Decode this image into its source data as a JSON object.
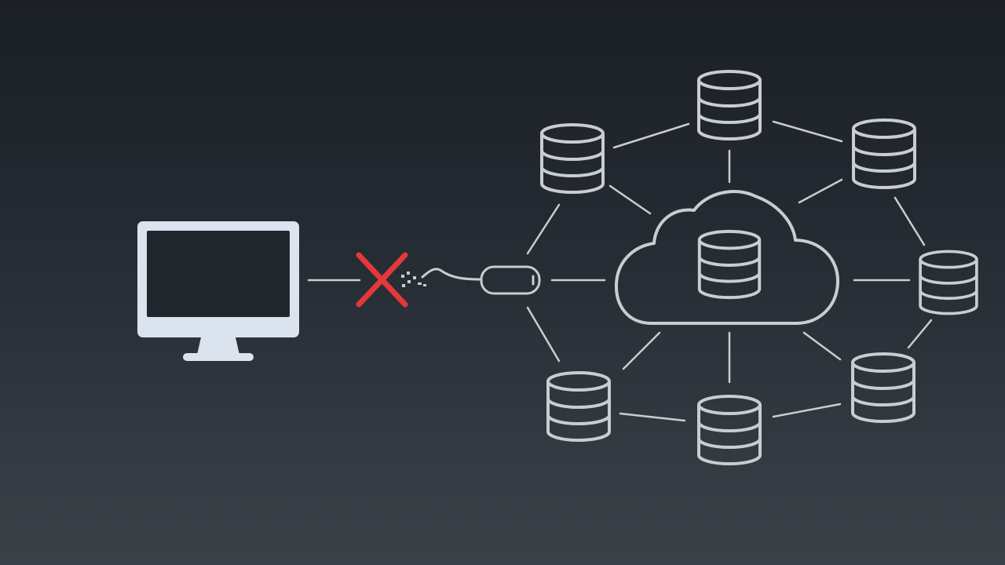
{
  "diagram": {
    "kind": "network-disconnection-illustration",
    "colors": {
      "background_top": "#1b1f26",
      "background_bottom": "#3a4249",
      "line": "#c9cdd2",
      "monitor": "#dbe3ee",
      "disconnect_mark": "#e5383b"
    },
    "nodes": [
      {
        "id": "computer",
        "icon": "monitor-icon"
      },
      {
        "id": "disconnect",
        "icon": "red-x-icon"
      },
      {
        "id": "cable-plug",
        "icon": "unplugged-cable-icon"
      },
      {
        "id": "cloud",
        "icon": "cloud-database-icon"
      },
      {
        "id": "db-top",
        "icon": "database-icon"
      },
      {
        "id": "db-top-left",
        "icon": "database-icon"
      },
      {
        "id": "db-top-right",
        "icon": "database-icon"
      },
      {
        "id": "db-right",
        "icon": "database-icon"
      },
      {
        "id": "db-bottom-right",
        "icon": "database-icon"
      },
      {
        "id": "db-bottom",
        "icon": "database-icon"
      },
      {
        "id": "db-bottom-left",
        "icon": "database-icon"
      }
    ],
    "edges": [
      [
        "computer",
        "disconnect"
      ],
      [
        "cable-plug",
        "cloud"
      ],
      [
        "cable-plug",
        "db-top-left"
      ],
      [
        "cable-plug",
        "db-bottom-left"
      ],
      [
        "cloud",
        "db-top"
      ],
      [
        "cloud",
        "db-top-left"
      ],
      [
        "cloud",
        "db-top-right"
      ],
      [
        "cloud",
        "db-right"
      ],
      [
        "cloud",
        "db-bottom-right"
      ],
      [
        "cloud",
        "db-bottom"
      ],
      [
        "cloud",
        "db-bottom-left"
      ],
      [
        "db-top-left",
        "db-top"
      ],
      [
        "db-top",
        "db-top-right"
      ],
      [
        "db-top-right",
        "db-right"
      ],
      [
        "db-right",
        "db-bottom-right"
      ],
      [
        "db-bottom-right",
        "db-bottom"
      ],
      [
        "db-bottom",
        "db-bottom-left"
      ]
    ]
  }
}
